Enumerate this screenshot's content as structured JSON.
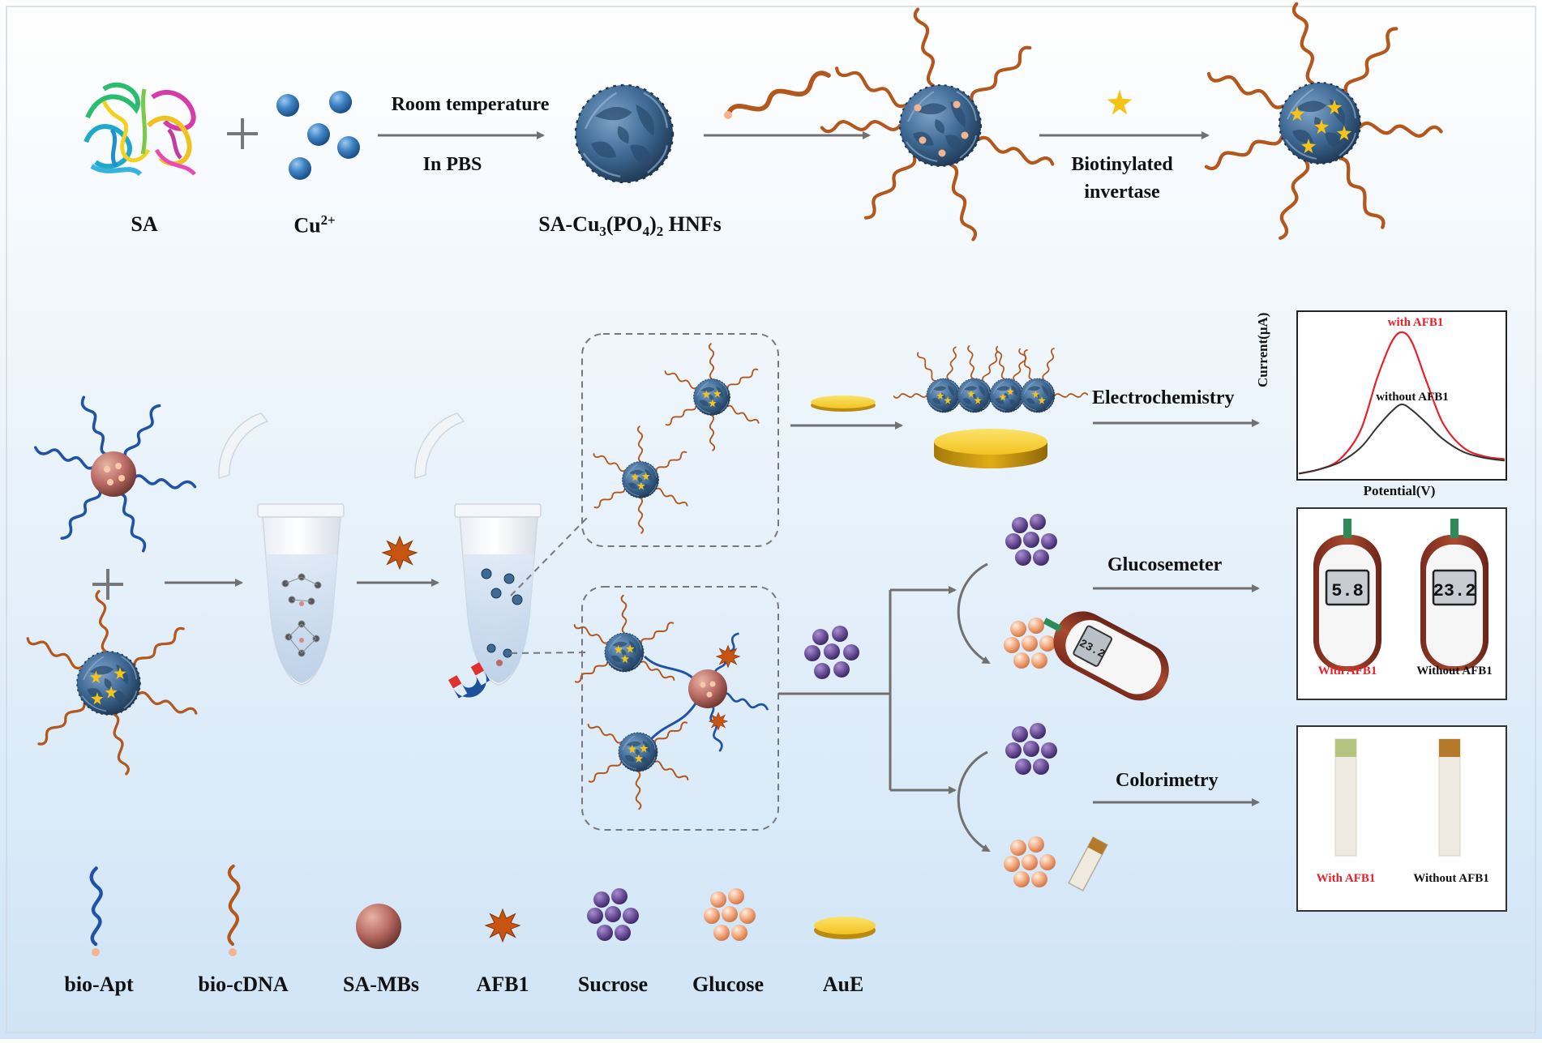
{
  "colors": {
    "hnf": "#3f6a95",
    "hnf_dark": "#1d3550",
    "strand_orange": "#b3571c",
    "strand_blue": "#2052a6",
    "bead": "#b86b62",
    "afb1": "#c85412",
    "sucrose": "#6a4f98",
    "glucose": "#f2a57a",
    "gold": "#f3c320",
    "arrow": "#707070",
    "signal_red": "#e8202a"
  },
  "synthesis": {
    "sa_label": "SA",
    "cu_label": "Cu",
    "cu_charge": "2+",
    "step1_top": "Room temperature",
    "step1_bottom": "In PBS",
    "hnf_label_prefix": "SA-Cu",
    "hnf_sub1": "3",
    "hnf_mid": "(PO",
    "hnf_sub2": "4",
    "hnf_close": ")",
    "hnf_sub3": "2",
    "hnf_suffix": " HNFs",
    "step3_top": "Biotinylated",
    "step3_bottom": "invertase"
  },
  "detection": {
    "electro_label": "Electrochemistry",
    "gluco_label": "Glucosemeter",
    "color_label": "Colorimetry"
  },
  "electro_panel": {
    "y_label": "Current(μA)",
    "x_label": "Potential(V)",
    "with_label": "with AFB1",
    "without_label": "without AFB1",
    "curve_with": [
      [
        0,
        0.02
      ],
      [
        0.1,
        0.05
      ],
      [
        0.2,
        0.12
      ],
      [
        0.3,
        0.32
      ],
      [
        0.38,
        0.68
      ],
      [
        0.45,
        0.93
      ],
      [
        0.5,
        1.0
      ],
      [
        0.55,
        0.93
      ],
      [
        0.62,
        0.66
      ],
      [
        0.7,
        0.37
      ],
      [
        0.8,
        0.2
      ],
      [
        0.9,
        0.14
      ],
      [
        1.0,
        0.12
      ]
    ],
    "curve_without": [
      [
        0,
        0.02
      ],
      [
        0.1,
        0.05
      ],
      [
        0.2,
        0.1
      ],
      [
        0.3,
        0.2
      ],
      [
        0.38,
        0.34
      ],
      [
        0.45,
        0.45
      ],
      [
        0.5,
        0.5
      ],
      [
        0.55,
        0.46
      ],
      [
        0.62,
        0.37
      ],
      [
        0.7,
        0.26
      ],
      [
        0.8,
        0.17
      ],
      [
        0.9,
        0.13
      ],
      [
        1.0,
        0.11
      ]
    ]
  },
  "gluco_panel": {
    "with_label": "With AFB1",
    "without_label": "Without AFB1",
    "with_value": "5.8",
    "without_value": "23.2",
    "handheld_value": "23.2"
  },
  "color_panel": {
    "with_label": "With AFB1",
    "without_label": "Without AFB1",
    "with_pad": "#b5c47f",
    "without_pad": "#b47a2a"
  },
  "legend": [
    {
      "label": "bio-Apt"
    },
    {
      "label": "bio-cDNA"
    },
    {
      "label": "SA-MBs"
    },
    {
      "label": "AFB1"
    },
    {
      "label": "Sucrose"
    },
    {
      "label": "Glucose"
    },
    {
      "label": "AuE"
    }
  ]
}
